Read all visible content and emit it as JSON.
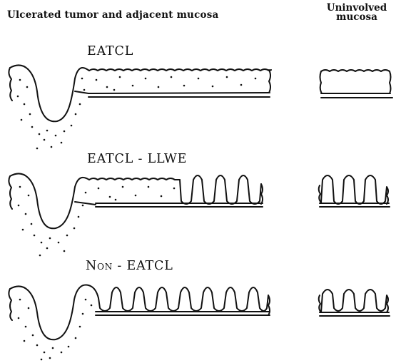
{
  "headers": {
    "left": "Ulcerated tumor and adjacent mucosa",
    "right_line1": "Uninvolved",
    "right_line2": "mucosa"
  },
  "rows": [
    {
      "label": "EATCL"
    },
    {
      "label": "EATCL - LLWE"
    },
    {
      "label": "Non - EATCL"
    }
  ],
  "colors": {
    "ink": "#111111",
    "background": "#ffffff"
  }
}
